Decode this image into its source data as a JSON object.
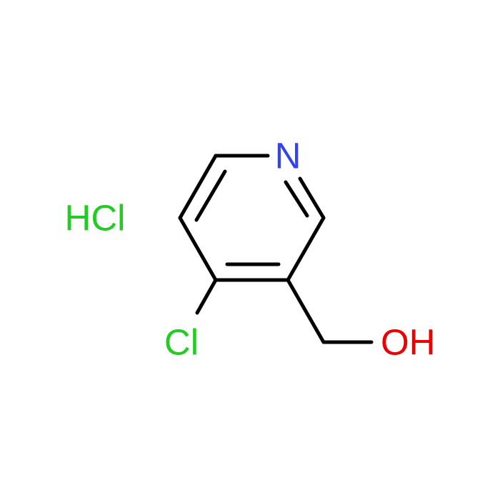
{
  "molecule": {
    "atoms": {
      "nitrogen": {
        "text": "N",
        "color": "#3344ee"
      },
      "hydroxyl": {
        "text": "OH",
        "color": "#ee0000"
      },
      "chlorine": {
        "text": "Cl",
        "color": "#22cc22"
      }
    },
    "counterion": {
      "text": "HCl",
      "color": "#22cc22"
    },
    "bond_color": "#000000"
  }
}
